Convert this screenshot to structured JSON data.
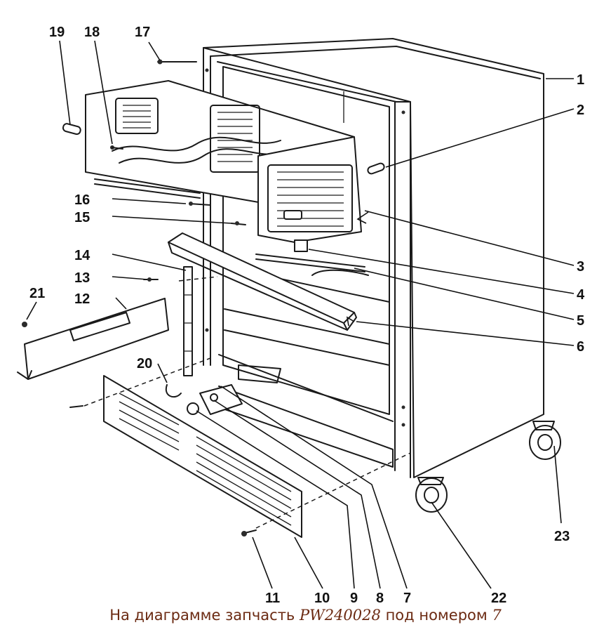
{
  "callouts": [
    {
      "label": "1"
    },
    {
      "label": "2"
    },
    {
      "label": "3"
    },
    {
      "label": "4"
    },
    {
      "label": "5"
    },
    {
      "label": "6"
    },
    {
      "label": "7"
    },
    {
      "label": "8"
    },
    {
      "label": "9"
    },
    {
      "label": "10"
    },
    {
      "label": "11"
    },
    {
      "label": "12"
    },
    {
      "label": "13"
    },
    {
      "label": "14"
    },
    {
      "label": "15"
    },
    {
      "label": "16"
    },
    {
      "label": "17"
    },
    {
      "label": "18"
    },
    {
      "label": "19"
    },
    {
      "label": "20"
    },
    {
      "label": "21"
    },
    {
      "label": "22"
    },
    {
      "label": "23"
    }
  ],
  "caption": {
    "prefix": "На диаграмме запчасть",
    "part_code": "PW240028",
    "middle": "под номером",
    "part_number": "7"
  },
  "colors": {
    "line": "#1a1a1a",
    "caption_text": "#6b2a12"
  }
}
